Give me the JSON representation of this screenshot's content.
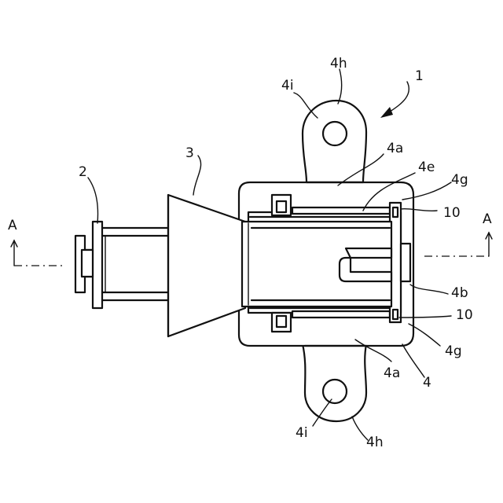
{
  "figure": {
    "labels": {
      "assembly": "1",
      "part2": "2",
      "part3": "3",
      "part4": "4",
      "part4a_top": "4a",
      "part4a_bottom": "4a",
      "part4b": "4b",
      "part4e": "4e",
      "part4g_top": "4g",
      "part4g_bottom": "4g",
      "part4h_top": "4h",
      "part4h_bottom": "4h",
      "part4i_top": "4i",
      "part4i_bottom": "4i",
      "part10_top": "10",
      "part10_bottom": "10",
      "section_left": "A",
      "section_right": "A"
    },
    "colors": {
      "line": "#111111",
      "background": "#ffffff"
    }
  }
}
